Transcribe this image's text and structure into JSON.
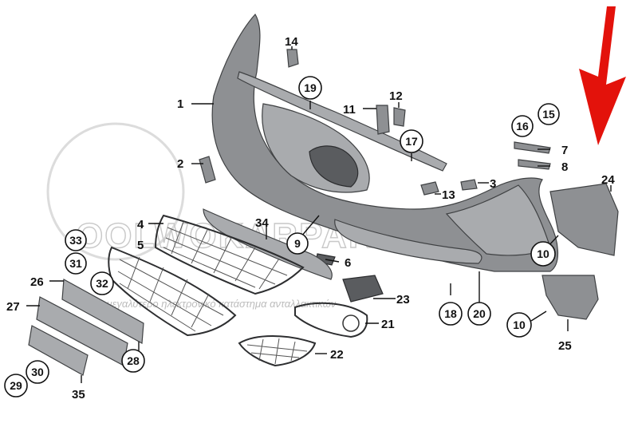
{
  "diagram": {
    "labels_plain": [
      "1",
      "2",
      "3",
      "4",
      "5",
      "6",
      "7",
      "8",
      "11",
      "12",
      "13",
      "14",
      "18",
      "21",
      "22",
      "23",
      "24",
      "25",
      "26",
      "27",
      "34",
      "35"
    ],
    "labels_circled": [
      "9",
      "10",
      "10",
      "15",
      "16",
      "17",
      "19",
      "20",
      "28",
      "29",
      "30",
      "31",
      "32",
      "33"
    ]
  },
  "watermark": {
    "main": "OOLWOKARPARTS.GR",
    "tagline": "το μεγαλύτερο ηλεκτρονικό κατάστημα ανταλλακτικών"
  },
  "colors": {
    "part": "#8e9093",
    "arrow": "#e3120b",
    "label": "#111111"
  },
  "icons": [
    "red-down-arrow"
  ]
}
